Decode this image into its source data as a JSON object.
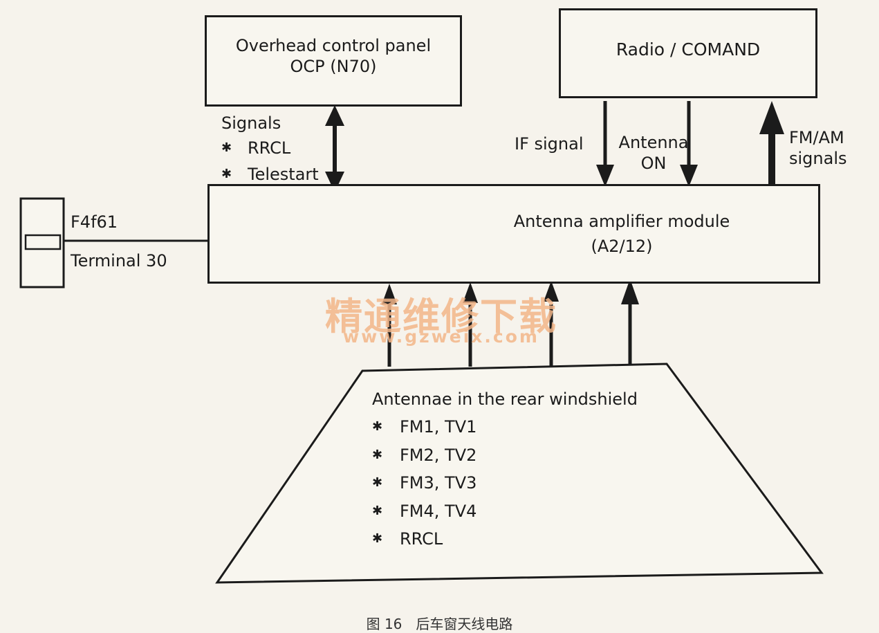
{
  "ocp": {
    "line1": "Overhead control panel",
    "line2": "OCP (N70)"
  },
  "radio": {
    "label": "Radio / COMAND"
  },
  "ocp_signals": {
    "heading": "Signals",
    "items": [
      "RRCL",
      "Telestart"
    ]
  },
  "radio_signals": {
    "if_signal": "IF signal",
    "antenna_on_line1": "Antenna",
    "antenna_on_line2": "ON",
    "fmam_line1": "FM/AM",
    "fmam_line2": "signals"
  },
  "fuse": {
    "name": "F4f61",
    "terminal": "Terminal 30"
  },
  "amplifier": {
    "line1": "Antenna amplifier module",
    "line2": "(A2/12)"
  },
  "antennae": {
    "heading": "Antennae in the rear windshield",
    "items": [
      "FM1, TV1",
      "FM2, TV2",
      "FM3, TV3",
      "FM4, TV4",
      "RRCL"
    ]
  },
  "watermark": {
    "cn": "精通维修下载",
    "url": "www.gzweix.com"
  },
  "caption": "图 16　后车窗天线电路",
  "colors": {
    "line": "#1b1b1b",
    "paper": "#f6f3ec",
    "watermark": "#f3b689"
  },
  "icons": {
    "bullet": "asterisk",
    "fuse": "fuse-symbol"
  }
}
